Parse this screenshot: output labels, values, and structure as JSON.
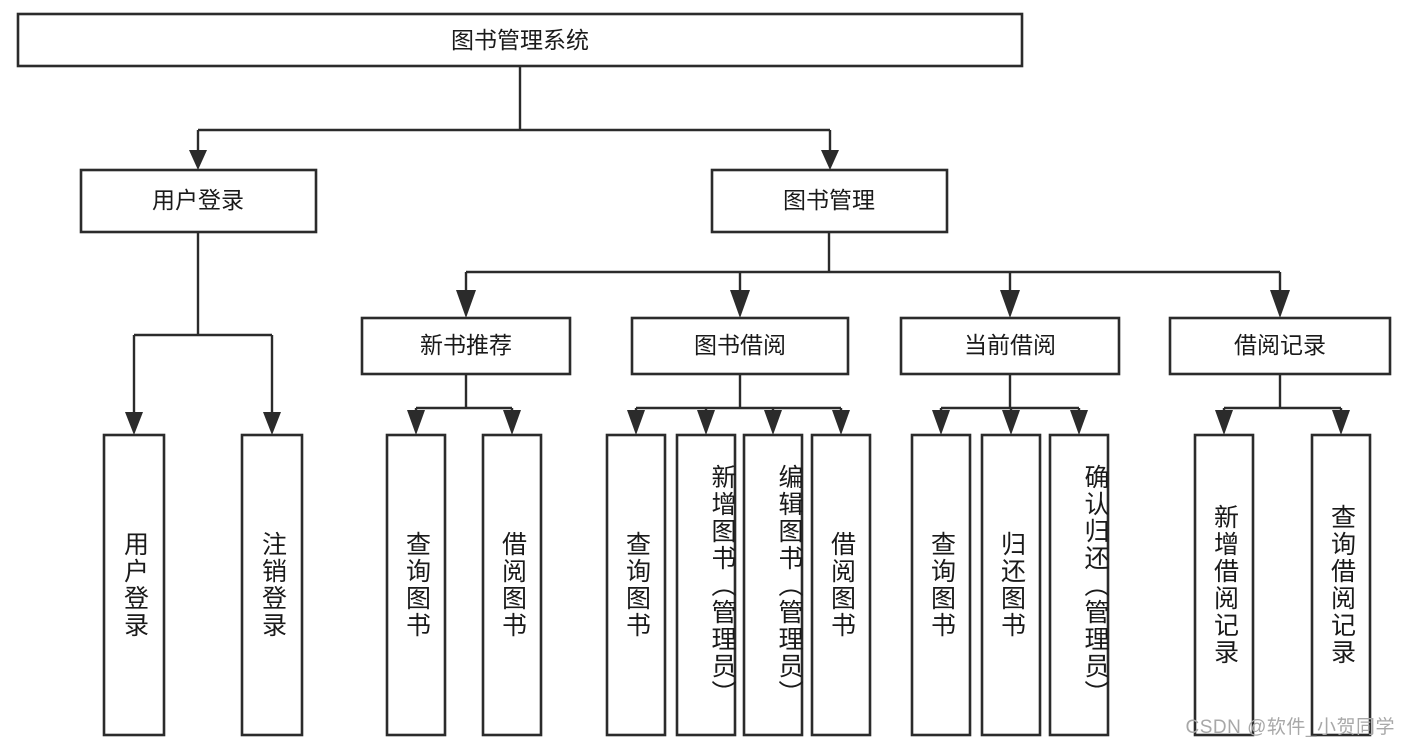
{
  "diagram": {
    "title": "图书管理系统",
    "type": "tree-hierarchy",
    "watermark": "CSDN @软件_小贺同学",
    "colors": {
      "stroke": "#2b2b2b",
      "fill": "#ffffff",
      "text": "#1a1a1a",
      "watermark": "#a8a8a8"
    },
    "root": {
      "label": "图书管理系统"
    },
    "level2": [
      {
        "label": "用户登录"
      },
      {
        "label": "图书管理"
      }
    ],
    "level3": [
      {
        "label": "新书推荐"
      },
      {
        "label": "图书借阅"
      },
      {
        "label": "当前借阅"
      },
      {
        "label": "借阅记录"
      }
    ],
    "leaves": {
      "user_login": [
        {
          "label": "用户登录"
        },
        {
          "label": "注销登录"
        }
      ],
      "new_book_recommend": [
        {
          "label": "查询图书"
        },
        {
          "label": "借阅图书"
        }
      ],
      "book_borrow": [
        {
          "label": "查询图书"
        },
        {
          "label": "新增图书（管理员）"
        },
        {
          "label": "编辑图书（管理员）"
        },
        {
          "label": "借阅图书"
        }
      ],
      "current_borrow": [
        {
          "label": "查询图书"
        },
        {
          "label": "归还图书"
        },
        {
          "label": "确认归还（管理员）"
        }
      ],
      "borrow_record": [
        {
          "label": "新增借阅记录"
        },
        {
          "label": "查询借阅记录"
        }
      ]
    }
  }
}
